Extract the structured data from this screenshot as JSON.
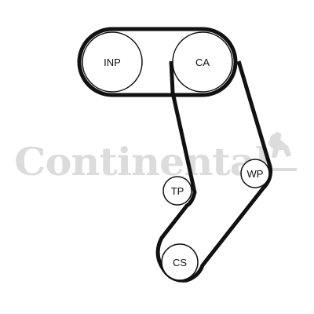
{
  "watermark": {
    "brand": "Continental",
    "color": "#dcdcdc"
  },
  "belt": {
    "color": "#111111"
  },
  "pulleys": {
    "inp": {
      "label": "INP"
    },
    "ca": {
      "label": "CA"
    },
    "tp": {
      "label": "TP"
    },
    "wp": {
      "label": "WP"
    },
    "cs": {
      "label": "CS"
    }
  }
}
